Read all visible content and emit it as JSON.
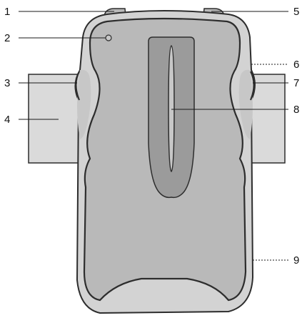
{
  "diagram": {
    "callouts": [
      {
        "id": "1",
        "label": "1",
        "line_style": "solid"
      },
      {
        "id": "2",
        "label": "2",
        "line_style": "solid"
      },
      {
        "id": "3",
        "label": "3",
        "line_style": "solid"
      },
      {
        "id": "4",
        "label": "4",
        "line_style": "solid"
      },
      {
        "id": "5",
        "label": "5",
        "line_style": "solid"
      },
      {
        "id": "6",
        "label": "6",
        "line_style": "dotted"
      },
      {
        "id": "7",
        "label": "7",
        "line_style": "solid"
      },
      {
        "id": "8",
        "label": "8",
        "line_style": "solid"
      },
      {
        "id": "9",
        "label": "9",
        "line_style": "dotted"
      }
    ],
    "colors": {
      "outer_shell": "#d3d3d3",
      "inner_panel": "#b9b9b9",
      "side_strap": "#dadada",
      "grip_shade": "#c7c7c7",
      "center_slot": "#9b9b9b",
      "outline": "#2d2d2d",
      "leader": "#1a1a1a"
    }
  }
}
